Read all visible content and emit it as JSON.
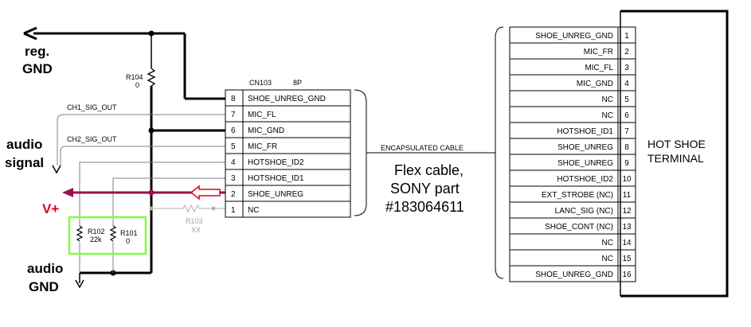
{
  "colors": {
    "wire": "#000000",
    "thin_wire": "#808080",
    "vplus_line": "#9c0f4e",
    "vplus_text": "#e0001a",
    "highlight_box": "#7fff3a",
    "nc_resistor": "#a0a0a0"
  },
  "labels": {
    "reg_gnd": [
      "reg.",
      "GND"
    ],
    "audio_signal": [
      "audio",
      "signal"
    ],
    "vplus": "V+",
    "audio_gnd": [
      "audio",
      "GND"
    ],
    "ch1": "CH1_SIG_OUT",
    "ch2": "CH2_SIG_OUT",
    "encapsulated": "ENCAPSULATED CABLE",
    "flex": [
      "Flex cable,",
      "SONY part",
      "#183064611"
    ]
  },
  "resistors": {
    "r104": {
      "name": "R104",
      "value": "0"
    },
    "r102": {
      "name": "R102",
      "value": "22k"
    },
    "r101": {
      "name": "R101",
      "value": "0"
    },
    "r103": {
      "name": "R103",
      "value": "XX"
    }
  },
  "connector": {
    "name": "CN103",
    "type": "8P",
    "pins": [
      {
        "num": "8",
        "label": "SHOE_UNREG_GND"
      },
      {
        "num": "7",
        "label": "MIC_FL"
      },
      {
        "num": "6",
        "label": "MIC_GND"
      },
      {
        "num": "5",
        "label": "MIC_FR"
      },
      {
        "num": "4",
        "label": "HOTSHOE_ID2"
      },
      {
        "num": "3",
        "label": "HOTSHOE_ID1"
      },
      {
        "num": "2",
        "label": "SHOE_UNREG"
      },
      {
        "num": "1",
        "label": "NC"
      }
    ]
  },
  "terminal": {
    "title": [
      "HOT SHOE",
      "TERMINAL"
    ],
    "pins": [
      {
        "num": "1",
        "label": "SHOE_UNREG_GND"
      },
      {
        "num": "2",
        "label": "MIC_FR"
      },
      {
        "num": "3",
        "label": "MIC_FL"
      },
      {
        "num": "4",
        "label": "MIC_GND"
      },
      {
        "num": "5",
        "label": "NC"
      },
      {
        "num": "6",
        "label": "NC"
      },
      {
        "num": "7",
        "label": "HOTSHOE_ID1"
      },
      {
        "num": "8",
        "label": "SHOE_UNREG"
      },
      {
        "num": "9",
        "label": "SHOE_UNREG"
      },
      {
        "num": "10",
        "label": "HOTSHOE_ID2"
      },
      {
        "num": "11",
        "label": "EXT_STROBE (NC)"
      },
      {
        "num": "12",
        "label": "LANC_SIG (NC)"
      },
      {
        "num": "13",
        "label": "SHOE_CONT (NC)"
      },
      {
        "num": "14",
        "label": "NC"
      },
      {
        "num": "15",
        "label": "NC"
      },
      {
        "num": "16",
        "label": "SHOE_UNREG_GND"
      }
    ]
  }
}
